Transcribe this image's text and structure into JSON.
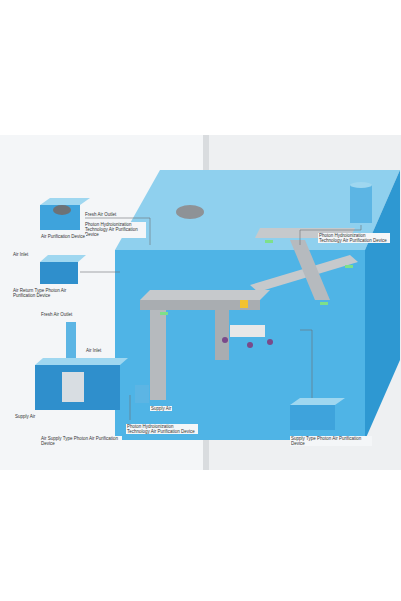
{
  "diagram": {
    "labels": [
      "Fresh Air Outlet",
      "Photon Hydroionization Technology Air Purification Device",
      "Air Purification Device",
      "Air Return Type Photon Air Purification Device",
      "Air Inlet",
      "Fresh Air Outlet",
      "Air Inlet",
      "Supply Air",
      "Air Supply Type Photon Air Purification Device",
      "Supply Air",
      "Photon Hydroionization Technology Air Purification Device",
      "Photon Hydroionization Technology Air Purification Device",
      "Supply Type Photon Air Purification Device"
    ]
  }
}
